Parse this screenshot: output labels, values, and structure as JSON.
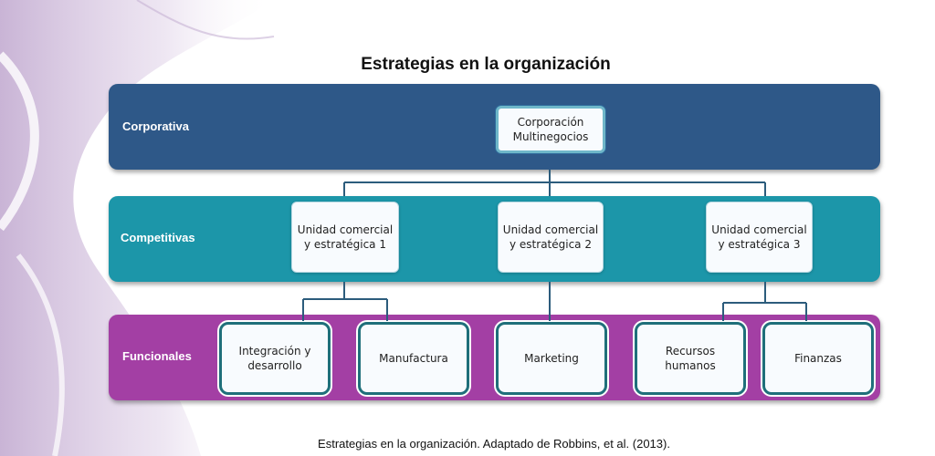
{
  "title": "Estrategias en la organización",
  "levels": {
    "corporate": "Corporativa",
    "competitive": "Competitivas",
    "functional": "Funcionales"
  },
  "corporate_unit": "Corporación\nMultinegocios",
  "business_units": [
    "Unidad comercial\ny estratégica 1",
    "Unidad comercial\ny estratégica 2",
    "Unidad comercial\ny estratégica 3"
  ],
  "functions": [
    "Integración y\ndesarrollo",
    "Manufactura",
    "Marketing",
    "Recursos\nhumanos",
    "Finanzas"
  ],
  "caption": "Estrategias en la organización. Adaptado de Robbins, et al. (2013).",
  "colors": {
    "corporate_band": "#2e5888",
    "competitive_band": "#1c96a9",
    "functional_band": "#a33fa4",
    "connector": "#2c5c7c"
  }
}
